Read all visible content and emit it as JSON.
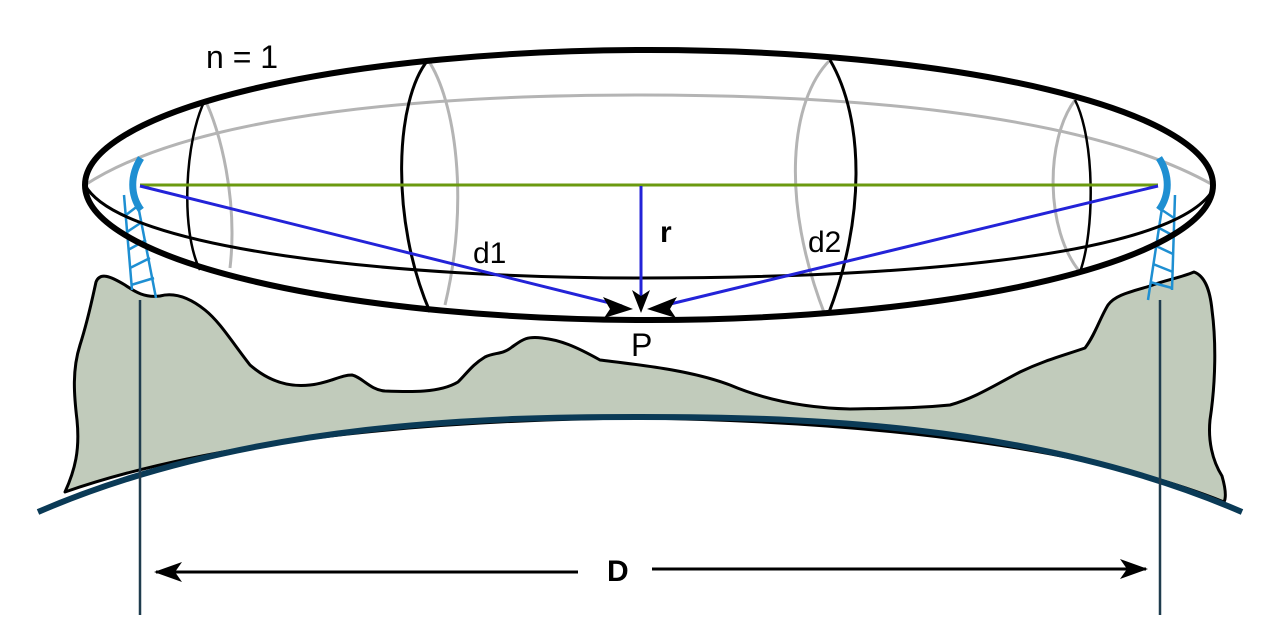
{
  "labels": {
    "zone": "n = 1",
    "distance_1": "d1",
    "distance_2": "d2",
    "radius": "r",
    "point": "P",
    "total_distance": "D"
  },
  "colors": {
    "terrain_fill": "#c1cbbb",
    "earth_curve": "#0a3a56",
    "line_of_sight": "#6b9a10",
    "distance_rays": "#2323d8",
    "antenna": "#1e8fd2",
    "ellipsoid_outline": "#000000",
    "ellipsoid_back": "#b4b4b4"
  }
}
